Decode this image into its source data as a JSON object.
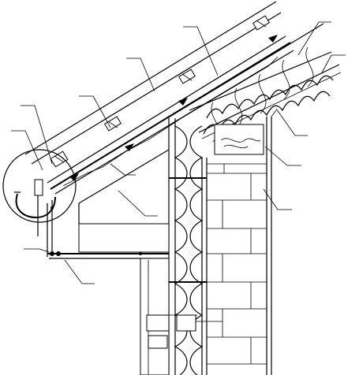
{
  "drawing": {
    "kind": "eaves detail section",
    "icons": [
      "leader-line",
      "airflow-arrow",
      "wall-tie",
      "fixing-screw"
    ]
  }
}
